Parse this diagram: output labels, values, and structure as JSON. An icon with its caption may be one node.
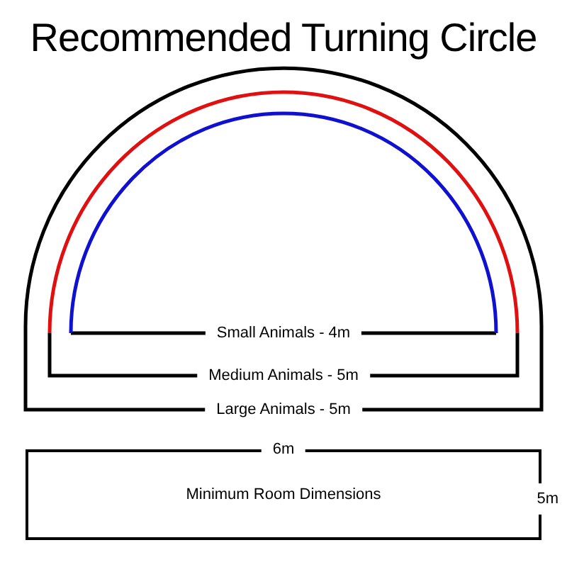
{
  "diagram": {
    "title": "Recommended Turning Circle",
    "nodes": [
      {
        "text": [
          "Large Animals - 5m"
        ]
      },
      {
        "text": [
          "Medium Animals - 5m"
        ],
        "in": 0
      },
      {
        "text": [
          "Small Animals - 4m"
        ],
        "in": 1
      },
      {
        "text": [
          "Minimum Room Dimensions"
        ],
        "beside": [
          "6m",
          "5m"
        ]
      }
    ]
  }
}
